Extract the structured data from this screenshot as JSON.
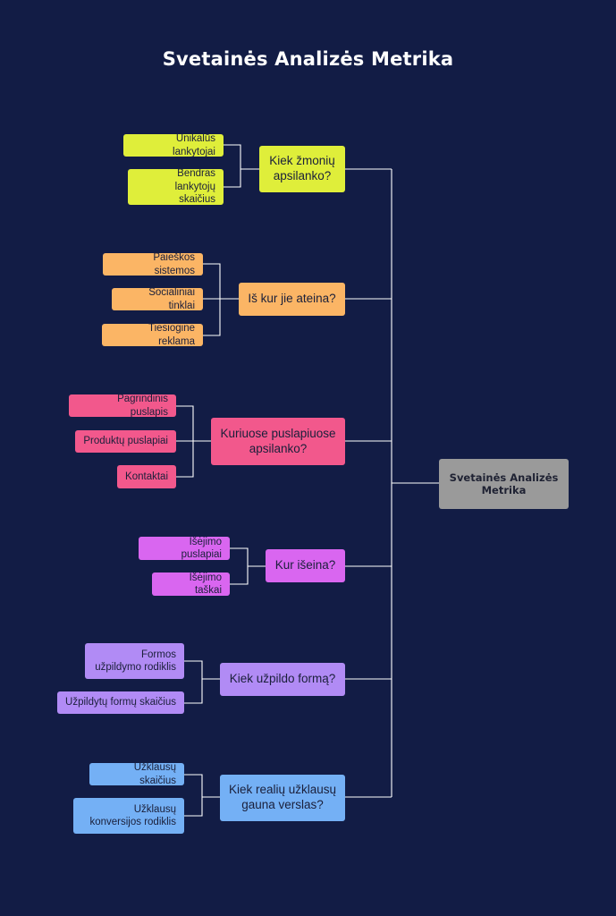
{
  "title": "Svetainės Analizės Metrika",
  "root": {
    "label": "Svetainės Analizės Metrika",
    "color": "#9a9a9a"
  },
  "branches": [
    {
      "question": "Kiek žmonių apsilanko?",
      "color": "#dfee3a",
      "items": [
        "Unikalūs lankytojai",
        "Bendras lankytojų skaičius"
      ]
    },
    {
      "question": "Iš kur jie ateina?",
      "color": "#fbb565",
      "items": [
        "Paieškos sistemos",
        "Socialiniai tinklai",
        "Tiesioginė reklama"
      ]
    },
    {
      "question": "Kuriuose puslapiuose apsilanko?",
      "color": "#f2588c",
      "items": [
        "Pagrindinis puslapis",
        "Produktų puslapiai",
        "Kontaktai"
      ]
    },
    {
      "question": "Kur išeina?",
      "color": "#d966f0",
      "items": [
        "Išėjimo puslapiai",
        "Išėjimo taškai"
      ]
    },
    {
      "question": "Kiek užpildo formą?",
      "color": "#b18bf5",
      "items": [
        "Formos užpildymo rodiklis",
        "Užpildytų formų skaičius"
      ]
    },
    {
      "question": "Kiek realių užklausų gauna verslas?",
      "color": "#74b0f5",
      "items": [
        "Užklausų skaičius",
        "Užklausų konversijos rodiklis"
      ]
    }
  ]
}
